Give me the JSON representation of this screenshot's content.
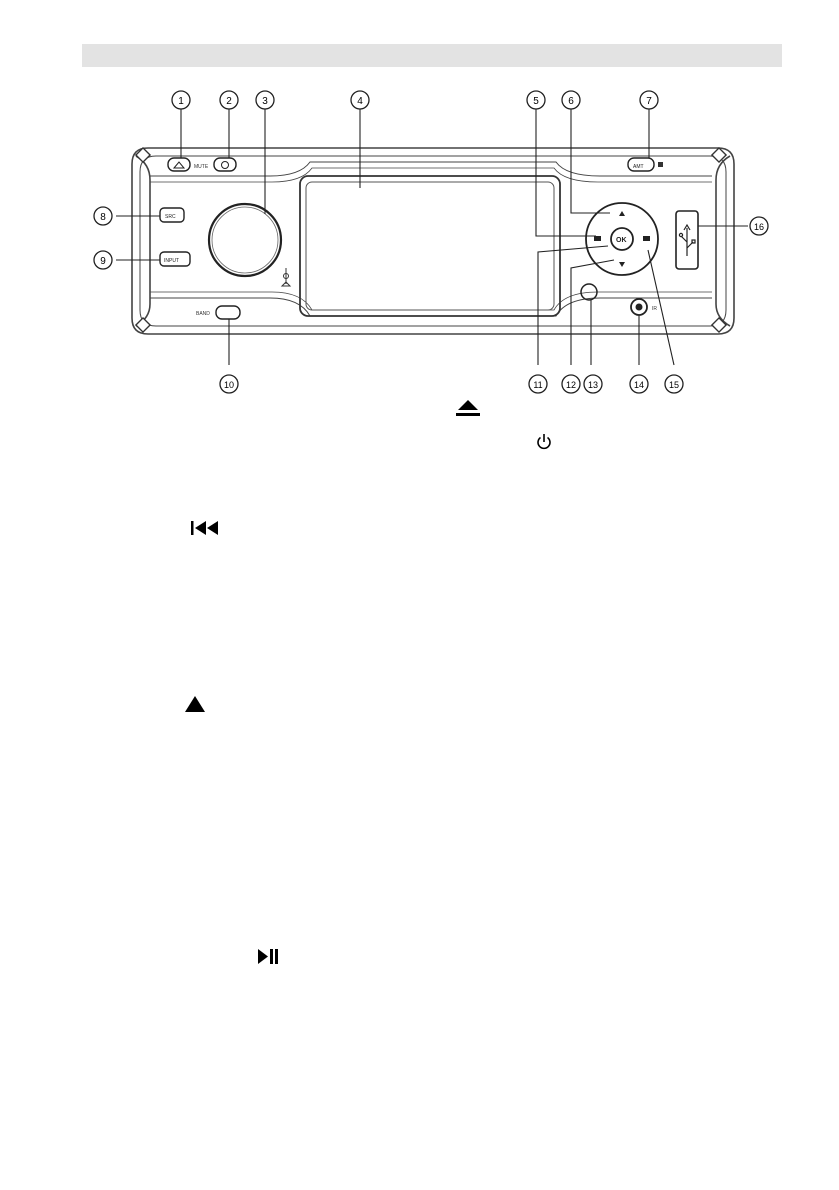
{
  "panel": {
    "callouts": [
      "1",
      "2",
      "3",
      "4",
      "5",
      "6",
      "7",
      "8",
      "9",
      "10",
      "11",
      "12",
      "13",
      "14",
      "15",
      "16"
    ],
    "button_labels": {
      "mute": "MUTE",
      "amt": "AMT",
      "src": "SRC",
      "input": "INPUT",
      "band": "BAND",
      "ok": "OK",
      "ir": "IR"
    }
  },
  "icons": [
    "eject-icon",
    "power-icon",
    "previous-track-icon",
    "up-arrow-icon",
    "play-pause-icon"
  ]
}
